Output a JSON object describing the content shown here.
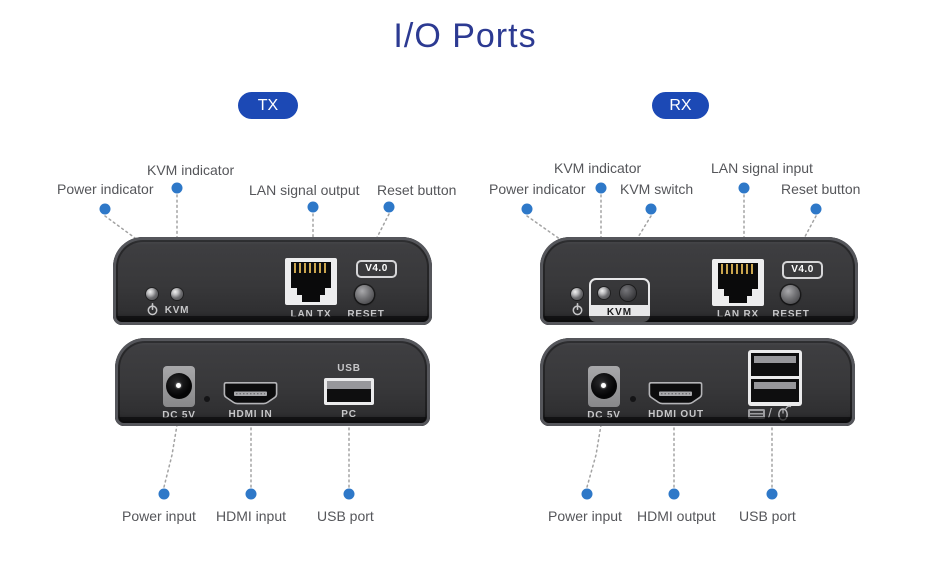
{
  "title": "I/O Ports",
  "colors": {
    "title_blue": "#2c3a92",
    "badge_blue": "#1c49b5",
    "dot_blue": "#2e78c8",
    "label_gray": "#55565a",
    "device_body": "#38383a"
  },
  "tx": {
    "badge": "TX",
    "callouts_top": {
      "power": "Power indicator",
      "kvm": "KVM indicator",
      "lan": "LAN signal output",
      "reset": "Reset button"
    },
    "device_top": {
      "kvm_led_label": "KVM",
      "lan_port_label": "LAN TX",
      "version_badge": "V4.0",
      "reset_label": "RESET"
    },
    "device_bottom": {
      "dc_label": "DC 5V",
      "hdmi_label": "HDMI IN",
      "usb_above_label": "USB",
      "usb_below_label": "PC"
    },
    "callouts_bottom": {
      "power": "Power input",
      "hdmi": "HDMI input",
      "usb": "USB port"
    }
  },
  "rx": {
    "badge": "RX",
    "callouts_top": {
      "power": "Power indicator",
      "kvm_indicator": "KVM indicator",
      "kvm_switch": "KVM switch",
      "lan": "LAN signal input",
      "reset": "Reset button"
    },
    "device_top": {
      "kvm_group_label": "KVM",
      "lan_port_label": "LAN RX",
      "version_badge": "V4.0",
      "reset_label": "RESET"
    },
    "device_bottom": {
      "dc_label": "DC 5V",
      "hdmi_label": "HDMI OUT",
      "kb_mouse_separator": "/"
    },
    "callouts_bottom": {
      "power": "Power input",
      "hdmi": "HDMI output",
      "usb": "USB port"
    }
  }
}
